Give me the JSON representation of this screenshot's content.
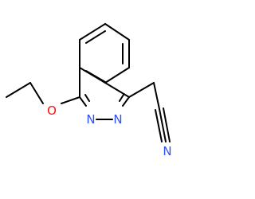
{
  "atoms": {
    "oxygen": {
      "symbol": "O",
      "color": "#ff0d0d"
    },
    "nitrogen_ring_left": {
      "symbol": "N",
      "color": "#3050f8"
    },
    "nitrogen_ring_right": {
      "symbol": "N",
      "color": "#3050f8"
    },
    "nitrogen_nitrile": {
      "symbol": "N",
      "color": "#3050f8"
    }
  },
  "colors": {
    "bond": "#000000",
    "background": "#ffffff"
  }
}
